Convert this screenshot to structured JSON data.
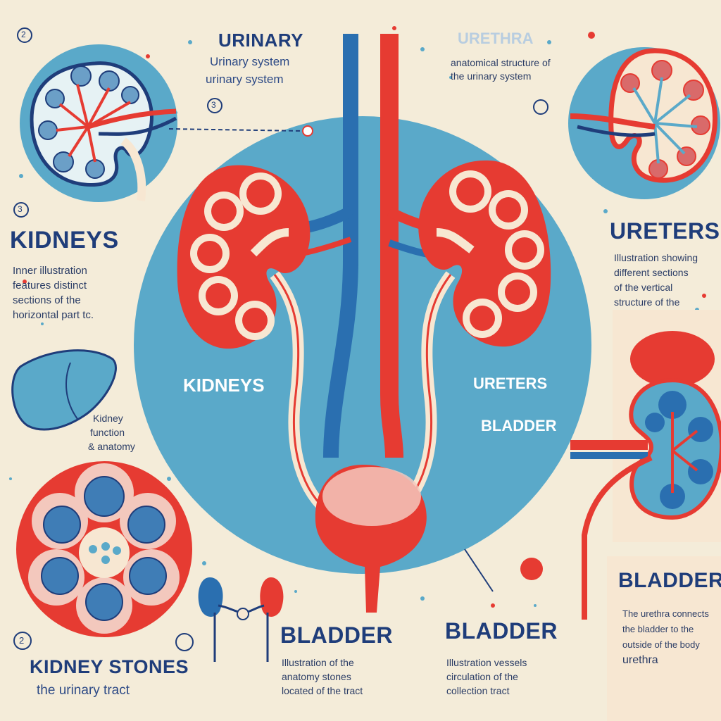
{
  "title": {
    "line1": "URINARY",
    "line2": "Urinary system",
    "line3": "urinary system",
    "faded": "URETHRA",
    "faded_desc": "anatomical structure of the urinary system"
  },
  "center_labels": {
    "kidneys": "KIDNEYS",
    "ureters": "URETERS",
    "bladder": "BLADDER"
  },
  "left_panel": {
    "heading": "KIDNEYS",
    "text": [
      "Inner illustration",
      "features distinct",
      "sections of the",
      "horizontal part tc."
    ],
    "small_text": [
      "Kidney",
      "function",
      "& anatomy"
    ]
  },
  "right_panel": {
    "heading": "URETERS",
    "text": [
      "Illustration showing",
      "different sections",
      "of the vertical",
      "structure of the"
    ]
  },
  "bottom_left": {
    "heading": "KIDNEY STONES",
    "sub": "the urinary tract"
  },
  "bottom_mid": {
    "heading": "BLADDER",
    "text": [
      "Illustration of the",
      "anatomy stones",
      "located of the tract"
    ]
  },
  "bottom_center": {
    "heading": "BLADDER",
    "text": [
      "Illustration vessels",
      "circulation of the",
      "collection tract"
    ]
  },
  "bottom_right": {
    "heading": "BLADDER",
    "text": [
      "The urethra connects",
      "the bladder to the",
      "outside of the body",
      "urethra"
    ]
  },
  "badges": [
    "2",
    "3",
    "3",
    "2"
  ],
  "colors": {
    "background": "#f4ecd9",
    "blue": "#5aa9c9",
    "navy": "#1f3d7a",
    "red": "#e63b32",
    "pale": "#f7e7d2"
  }
}
